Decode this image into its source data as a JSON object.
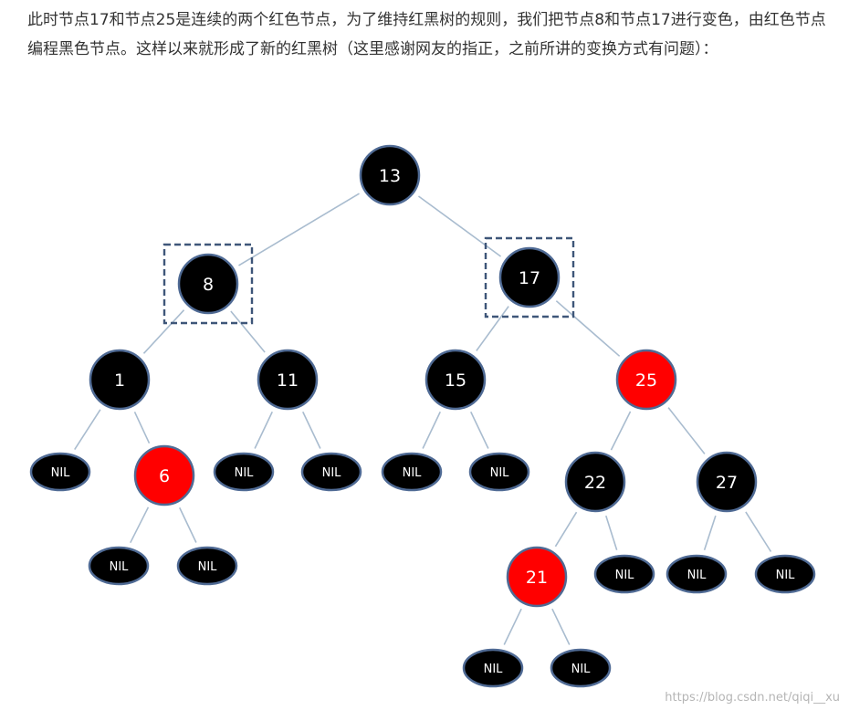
{
  "intro_text": "此时节点17和节点25是连续的两个红色节点，为了维持红黑树的规则，我们把节点8和节点17进行变色，由红色节点编程黑色节点。这样以来就形成了新的红黑树（这里感谢网友的指正，之前所讲的变换方式有问题）：",
  "colors": {
    "black_node": "#000000",
    "red_node": "#ff0000",
    "node_border": "#4f6a94",
    "edge": "#a9bccf",
    "box": "#3e5679"
  },
  "nodes": [
    {
      "id": "n13",
      "label": "13",
      "color": "black"
    },
    {
      "id": "n8",
      "label": "8",
      "color": "black",
      "highlighted": true
    },
    {
      "id": "n17",
      "label": "17",
      "color": "black",
      "highlighted": true
    },
    {
      "id": "n1",
      "label": "1",
      "color": "black"
    },
    {
      "id": "n11",
      "label": "11",
      "color": "black"
    },
    {
      "id": "n15",
      "label": "15",
      "color": "black"
    },
    {
      "id": "n25",
      "label": "25",
      "color": "red"
    },
    {
      "id": "n6",
      "label": "6",
      "color": "red"
    },
    {
      "id": "n22",
      "label": "22",
      "color": "black"
    },
    {
      "id": "n27",
      "label": "27",
      "color": "black"
    },
    {
      "id": "n21",
      "label": "21",
      "color": "red"
    },
    {
      "id": "nil1",
      "label": "NIL",
      "color": "black",
      "nil": true
    },
    {
      "id": "nil2",
      "label": "NIL",
      "color": "black",
      "nil": true
    },
    {
      "id": "nil3",
      "label": "NIL",
      "color": "black",
      "nil": true
    },
    {
      "id": "nil4",
      "label": "NIL",
      "color": "black",
      "nil": true
    },
    {
      "id": "nil5",
      "label": "NIL",
      "color": "black",
      "nil": true
    },
    {
      "id": "nil6",
      "label": "NIL",
      "color": "black",
      "nil": true
    },
    {
      "id": "nil7",
      "label": "NIL",
      "color": "black",
      "nil": true
    },
    {
      "id": "nil8",
      "label": "NIL",
      "color": "black",
      "nil": true
    },
    {
      "id": "nil9",
      "label": "NIL",
      "color": "black",
      "nil": true
    },
    {
      "id": "nil10",
      "label": "NIL",
      "color": "black",
      "nil": true
    },
    {
      "id": "nil11",
      "label": "NIL",
      "color": "black",
      "nil": true
    },
    {
      "id": "nil12",
      "label": "NIL",
      "color": "black",
      "nil": true
    }
  ],
  "edges": [
    [
      "n13",
      "n8"
    ],
    [
      "n13",
      "n17"
    ],
    [
      "n8",
      "n1"
    ],
    [
      "n8",
      "n11"
    ],
    [
      "n17",
      "n15"
    ],
    [
      "n17",
      "n25"
    ],
    [
      "n1",
      "nil1"
    ],
    [
      "n1",
      "n6"
    ],
    [
      "n6",
      "nil2"
    ],
    [
      "n6",
      "nil3"
    ],
    [
      "n11",
      "nil4"
    ],
    [
      "n11",
      "nil5"
    ],
    [
      "n15",
      "nil6"
    ],
    [
      "n15",
      "nil7"
    ],
    [
      "n25",
      "n22"
    ],
    [
      "n25",
      "n27"
    ],
    [
      "n22",
      "n21"
    ],
    [
      "n22",
      "nil8"
    ],
    [
      "n21",
      "nil9"
    ],
    [
      "n21",
      "nil10"
    ],
    [
      "n27",
      "nil11"
    ],
    [
      "n27",
      "nil12"
    ]
  ],
  "watermark": "https://blog.csdn.net/qiqi__xu"
}
